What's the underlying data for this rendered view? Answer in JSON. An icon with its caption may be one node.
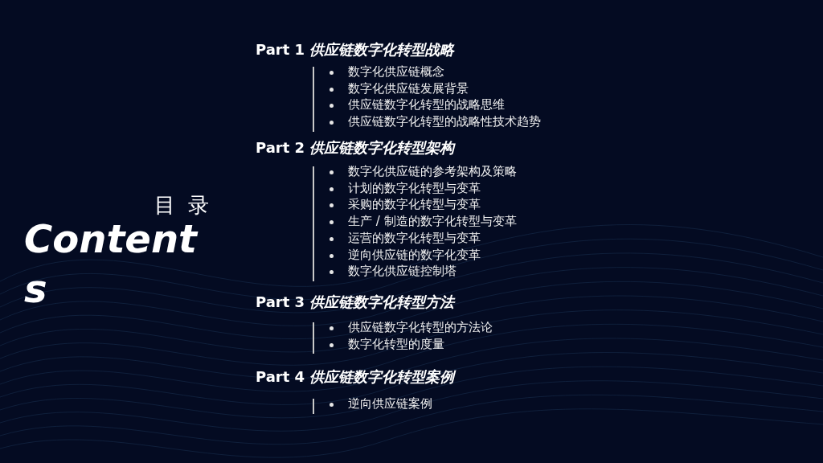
{
  "diagram": {
    "labels": [
      "目 录",
      "Contents",
      "Part 1 *供应链数字化转型战略*",
      "数字化供应链概念",
      "数字化供应链发展背景",
      "供应链数字化转型的战略思维",
      "供应链数字化转型的战略性技术趋势",
      "Part 2 *供应链数字化转型架构*",
      "数字化供应链的参考架构及策略",
      "计划的数字化转型与变革",
      "采购的数字化转型与变革",
      "生产 / 制造的数字化转型与变革",
      "运营的数字化转型与变革",
      "逆向供应链的数字化变革",
      "数字化供应链控制塔",
      "Part 3 *供应链数字化转型方法*",
      "供应链数字化转型的方法论",
      "数字化转型的度量",
      "Part 4 *供应链数字化转型案例*",
      "逆向供应链案例"
    ]
  }
}
